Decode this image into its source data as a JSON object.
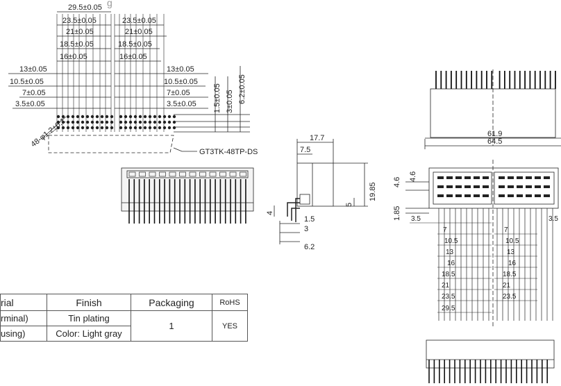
{
  "title_partial": "g",
  "part_number": "GT3TK-48TP-DS",
  "top_view": {
    "dims_left": [
      "29.5±0.05",
      "23.5±0.05",
      "21±0.05",
      "18.5±0.05",
      "16±0.05",
      "13±0.05",
      "10.5±0.05",
      "7±0.05",
      "3.5±0.05"
    ],
    "dims_right": [
      "23.5±0.05",
      "21±0.05",
      "18.5±0.05",
      "16±0.05",
      "13±0.05",
      "10.5±0.05",
      "7±0.05",
      "3.5±0.05"
    ],
    "dims_vertical": [
      "1.5±0.05",
      "3±0.05",
      "6.2±0.05"
    ],
    "hole_callout": "48-φ1.2±0.1"
  },
  "side_view": {
    "dims": [
      "17.7",
      "7.5",
      "19.85",
      "5",
      "4",
      "1.5",
      "3",
      "6.2"
    ]
  },
  "right_view": {
    "dims_top": [
      "61.9",
      "64.5"
    ],
    "dims_side": [
      "4.6",
      "4.6",
      "1.85"
    ],
    "dims_pitch_left": [
      "3.5",
      "7",
      "10.5",
      "13",
      "16",
      "18.5",
      "21",
      "23.5",
      "29.5"
    ],
    "dims_pitch_right": [
      "3.5",
      "7",
      "10.5",
      "13",
      "16",
      "18.5",
      "21",
      "23.5"
    ]
  },
  "table": {
    "headers": [
      "rial",
      "Finish",
      "Packaging",
      "RoHS"
    ],
    "rows": [
      {
        "material": "rminal)",
        "finish": "Tin plating",
        "packaging": "1",
        "rohs": "YES"
      },
      {
        "material": "using)",
        "finish": "Color: Light gray"
      }
    ]
  }
}
